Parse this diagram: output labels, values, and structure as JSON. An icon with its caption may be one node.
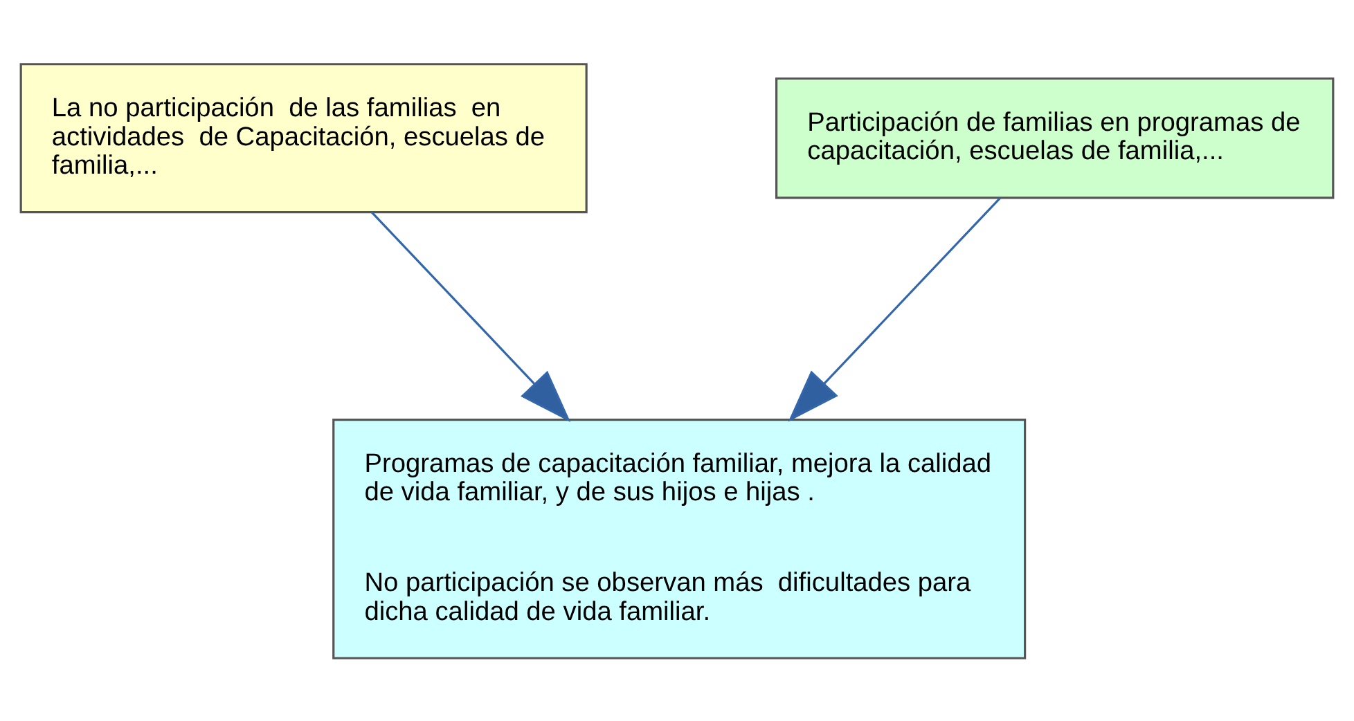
{
  "diagram": {
    "nodes": [
      {
        "text": [
          "La no participación  de las familias  en  actividades  de Capacitación, escuelas de  familia,..."
        ]
      },
      {
        "text": [
          "Participación de familias en programas de capacitación, escuelas de familia,..."
        ]
      },
      {
        "text": [
          "Programas de capacitación familiar, mejora la calidad de vida familiar, y de sus hijos e hijas .",
          "No participación se observan más  dificultades para dicha calidad de vida familiar."
        ]
      }
    ],
    "edges": [
      {
        "from": 0,
        "to": 2,
        "arrow": "to"
      },
      {
        "from": 1,
        "to": 2,
        "arrow": "to"
      }
    ]
  }
}
